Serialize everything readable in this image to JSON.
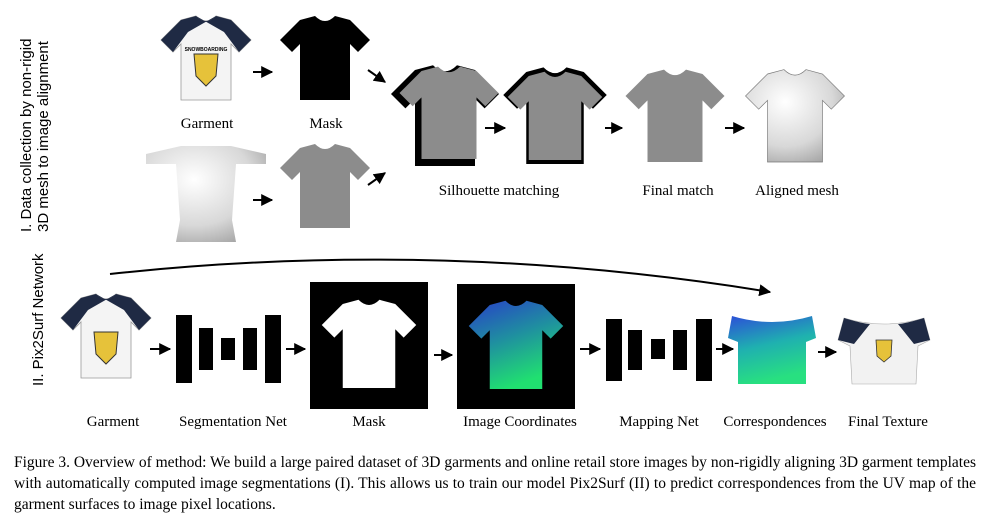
{
  "section1": {
    "side_label_line1": "I. Data collection by non-rigid",
    "side_label_line2": "3D mesh to image alignment",
    "labels": {
      "garment": "Garment",
      "mask": "Mask",
      "silhouette": "Silhouette matching",
      "final_match": "Final match",
      "aligned_mesh": "Aligned mesh"
    },
    "shirt_logo_text": "SNOWBOARDING"
  },
  "section2": {
    "side_label": "II. Pix2Surf Network",
    "labels": {
      "garment": "Garment",
      "segmentation_net": "Segmentation Net",
      "mask": "Mask",
      "image_coordinates": "Image Coordinates",
      "mapping_net": "Mapping Net",
      "correspondences": "Correspondences",
      "final_texture": "Final Texture"
    }
  },
  "caption": "Figure 3. Overview of method: We build a large paired dataset of 3D garments and online retail store images by non-rigidly aligning 3D garment templates with automatically computed image segmentations (I). This allows us to train our model Pix2Surf (II) to predict correspondences from the UV map of the garment surfaces to image pixel locations.",
  "colors": {
    "mask_gray": "#8c8c8c",
    "raglan_navy": "#1f2a44",
    "gradient_blue": "#2840c8",
    "gradient_green": "#20e070"
  }
}
